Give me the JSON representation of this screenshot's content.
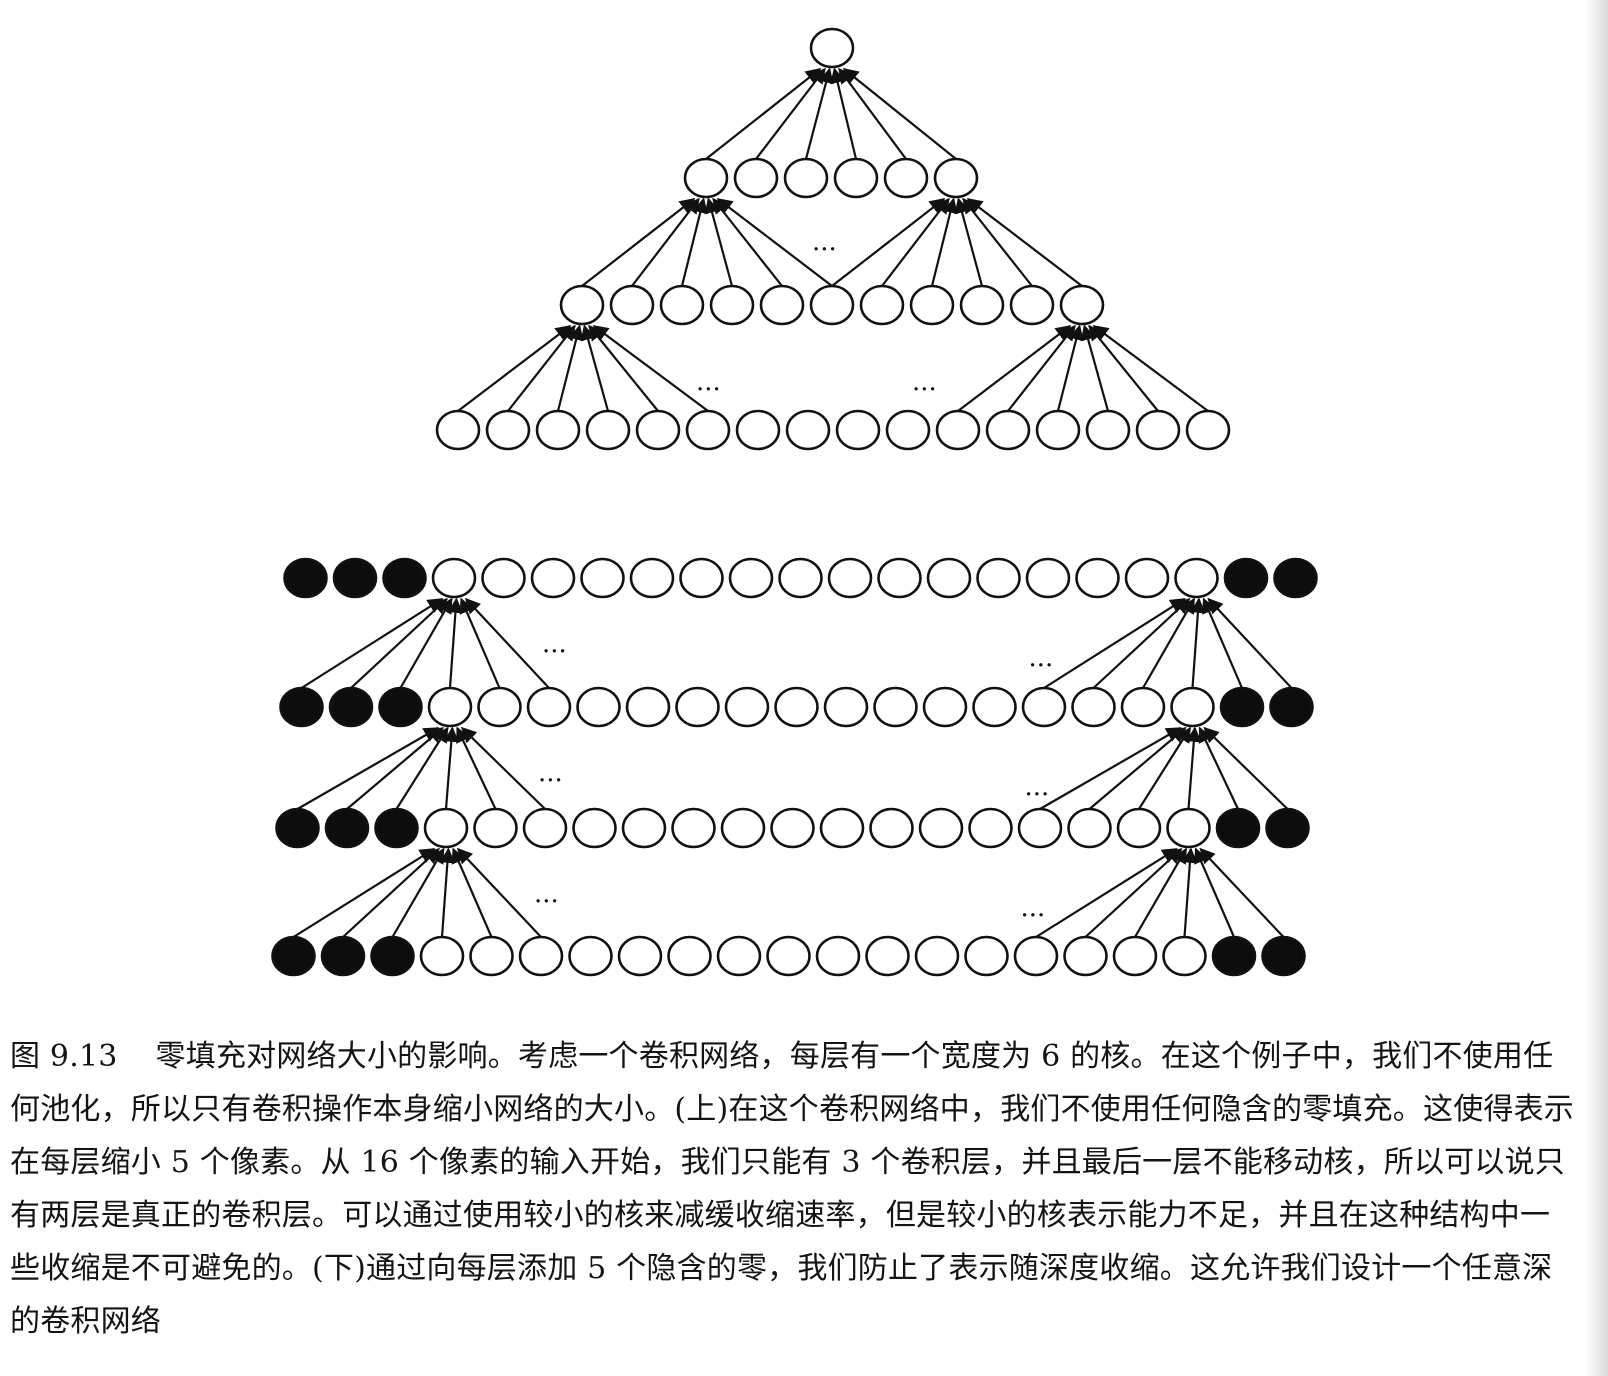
{
  "figure": {
    "dots": "···",
    "top_network": {
      "layer_sizes": [
        16,
        11,
        6,
        1
      ],
      "kernel_width": 6,
      "zero_padding": 0
    },
    "bottom_network": {
      "layers": 4,
      "data_nodes_per_layer": 16,
      "kernel_width": 6,
      "zero_padding_per_layer": 5,
      "padding_left": 3,
      "padding_right": 2
    },
    "colors": {
      "padding_node": "#0d0d0d",
      "node": "#ffffff",
      "stroke": "#111111"
    }
  },
  "caption": {
    "label": "图 9.13",
    "text": "零填充对网络大小的影响。考虑一个卷积网络，每层有一个宽度为 6 的核。在这个例子中，我们不使用任何池化，所以只有卷积操作本身缩小网络的大小。(上)在这个卷积网络中，我们不使用任何隐含的零填充。这使得表示在每层缩小 5 个像素。从 16 个像素的输入开始，我们只能有 3 个卷积层，并且最后一层不能移动核，所以可以说只有两层是真正的卷积层。可以通过使用较小的核来减缓收缩速率，但是较小的核表示能力不足，并且在这种结构中一些收缩是不可避免的。(下)通过向每层添加 5 个隐含的零，我们防止了表示随深度收缩。这允许我们设计一个任意深的卷积网络"
  }
}
